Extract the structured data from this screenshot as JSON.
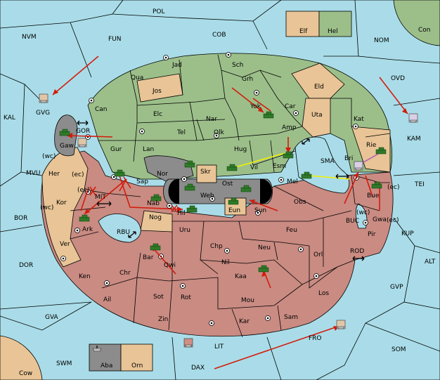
{
  "colors": {
    "sea": "#a9dce8",
    "green_power": "#9cbf8a",
    "tan_power": "#e8c496",
    "red_power": "#c98b82",
    "neutral_grey": "#8c8c8c",
    "order_arrow": "#d41c0c",
    "support_line": "#f4f000",
    "convoy_line": "#b05ab6"
  },
  "sea_labels": {
    "POL": "POL",
    "NVM": "NVM",
    "FUN": "FUN",
    "COB": "COB",
    "NOM": "NOM",
    "Con": "Con",
    "OVD": "OVD",
    "KAL": "KAL",
    "GVG": "GVG",
    "KAM": "KAM",
    "GOR": "GOR",
    "SMA": "SMA",
    "MVU": "MVU",
    "TEI": "TEI",
    "BOR": "BOR",
    "MIT": "MIT",
    "RBU": "RBU",
    "BUC": "BUC",
    "KUP": "KUP",
    "DOR": "DOR",
    "ROD": "ROD",
    "ALT": "ALT",
    "GVP": "GVP",
    "GVA": "GVA",
    "SOM": "SOM",
    "FRO": "FRO",
    "LIT": "LIT",
    "SWM": "SWM",
    "Cow": "Cow",
    "DAX": "DAX"
  },
  "land_labels": {
    "Elf": "Elf",
    "Hel": "Hel",
    "Jad": "Jad",
    "Sch": "Sch",
    "Qua": "Qua",
    "Jos": "Jos",
    "Grh": "Grh",
    "Eld": "Eld",
    "Can": "Can",
    "Yok": "Yok",
    "Car": "Car",
    "Elc": "Elc",
    "Nar": "Nar",
    "Uta": "Uta",
    "Kat": "Kat",
    "Tel": "Tel",
    "Olk": "Olk",
    "Amp": "Amp",
    "Gaw": "Gaw",
    "Gur": "Gur",
    "Lan": "Lan",
    "Hug": "Hug",
    "Rie": "Rie",
    "Bri": "Bri",
    "Esm": "Esm",
    "Vil": "Vil",
    "Nor": "Nor",
    "Skr": "Skr",
    "Her": "Her",
    "Sap": "Sap",
    "Ost": "Ost",
    "Web": "Web",
    "Mel": "Mel",
    "Bue": "Bue",
    "Kor": "Kor",
    "Nab": "Nab",
    "Eun": "Eun",
    "Sun": "Sun",
    "Obs": "Obs",
    "Hil": "Hil",
    "Nog": "Nog",
    "Ark": "Ark",
    "Gwa": "Gwa",
    "Uru": "Uru",
    "Feu": "Feu",
    "Pir": "Pir",
    "Ver": "Ver",
    "Chp": "Chp",
    "Neu": "Neu",
    "Bar": "Bar",
    "Orl": "Orl",
    "Qwi": "Qwi",
    "Nil": "Nil",
    "Ken": "Ken",
    "Chr": "Chr",
    "Kaa": "Kaa",
    "Los": "Los",
    "Ail": "Ail",
    "Sot": "Sot",
    "Rot": "Rot",
    "Mou": "Mou",
    "Zin": "Zin",
    "Kar": "Kar",
    "Sam": "Sam",
    "Aba": "Aba",
    "Orn": "Orn"
  },
  "coast_labels": {
    "wc1": "(wc)",
    "ec1": "(ec)",
    "ec2": "(ec)",
    "wc2": "(wc)",
    "ec3": "(ec)",
    "wc3": "(wc)",
    "ec4": "(ec)"
  },
  "units": [
    {
      "type": "army",
      "territory": "Yok"
    },
    {
      "type": "army",
      "territory": "Esm"
    },
    {
      "type": "army",
      "territory": "Rie"
    },
    {
      "type": "army",
      "territory": "Vil"
    },
    {
      "type": "army",
      "territory": "Nor"
    },
    {
      "type": "army",
      "territory": "Sap"
    },
    {
      "type": "army",
      "territory": "Web"
    },
    {
      "type": "army",
      "territory": "Ost"
    },
    {
      "type": "army",
      "territory": "Mel"
    },
    {
      "type": "army",
      "territory": "Bue"
    },
    {
      "type": "army",
      "territory": "Eun"
    },
    {
      "type": "army",
      "territory": "Hil"
    },
    {
      "type": "army",
      "territory": "Nab"
    },
    {
      "type": "army",
      "territory": "Gaw"
    },
    {
      "type": "army",
      "territory": "Ark"
    },
    {
      "type": "army",
      "territory": "Bar"
    },
    {
      "type": "army",
      "territory": "Kaa"
    },
    {
      "type": "fleet",
      "territory": "GVG"
    },
    {
      "type": "fleet",
      "territory": "Gaw"
    },
    {
      "type": "fleet",
      "territory": "KAM"
    },
    {
      "type": "fleet",
      "territory": "Bri"
    },
    {
      "type": "fleet",
      "territory": "Aba"
    },
    {
      "type": "fleet",
      "territory": "LIT"
    },
    {
      "type": "fleet",
      "territory": "FRO"
    }
  ]
}
